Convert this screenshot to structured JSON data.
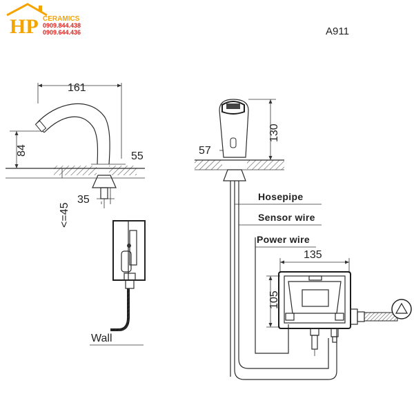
{
  "brand": {
    "logo_letters": "HP",
    "name": "CERAMICS",
    "phone_1": "0909.844.438",
    "phone_2": "0909.644.436",
    "colors": {
      "primary": "#f4a400",
      "phone": "#e0201b"
    }
  },
  "model": "A911",
  "dimensions": {
    "spout_reach": "161",
    "spout_height": "84",
    "base_width": "55",
    "shank_diameter": "35",
    "deck_thickness": "<=45",
    "front_base": "57",
    "body_height": "130",
    "box_width": "135",
    "box_height": "105"
  },
  "callouts": {
    "hosepipe": "Hosepipe",
    "sensor_wire": "Sensor wire",
    "power_wire": "Power wire",
    "wall": "Wall"
  }
}
